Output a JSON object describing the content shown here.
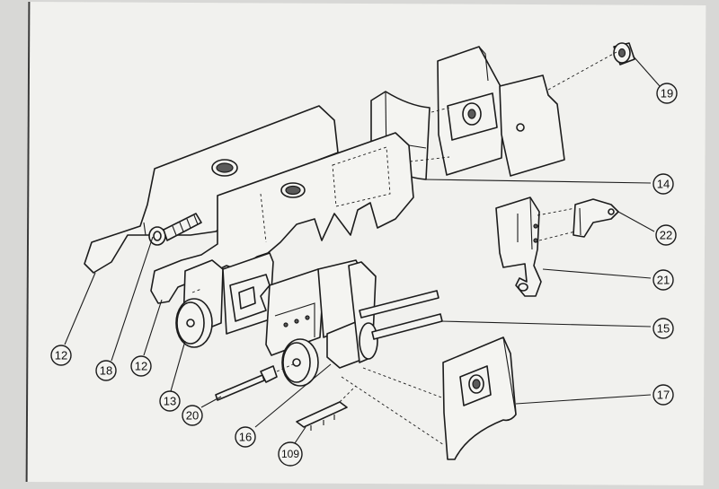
{
  "callouts": [
    {
      "label": "19"
    },
    {
      "label": "14"
    },
    {
      "label": "22"
    },
    {
      "label": "21"
    },
    {
      "label": "15"
    },
    {
      "label": "17"
    },
    {
      "label": "12"
    },
    {
      "label": "18"
    },
    {
      "label": "12"
    },
    {
      "label": "13"
    },
    {
      "label": "20"
    },
    {
      "label": "16"
    },
    {
      "label": "109"
    }
  ]
}
